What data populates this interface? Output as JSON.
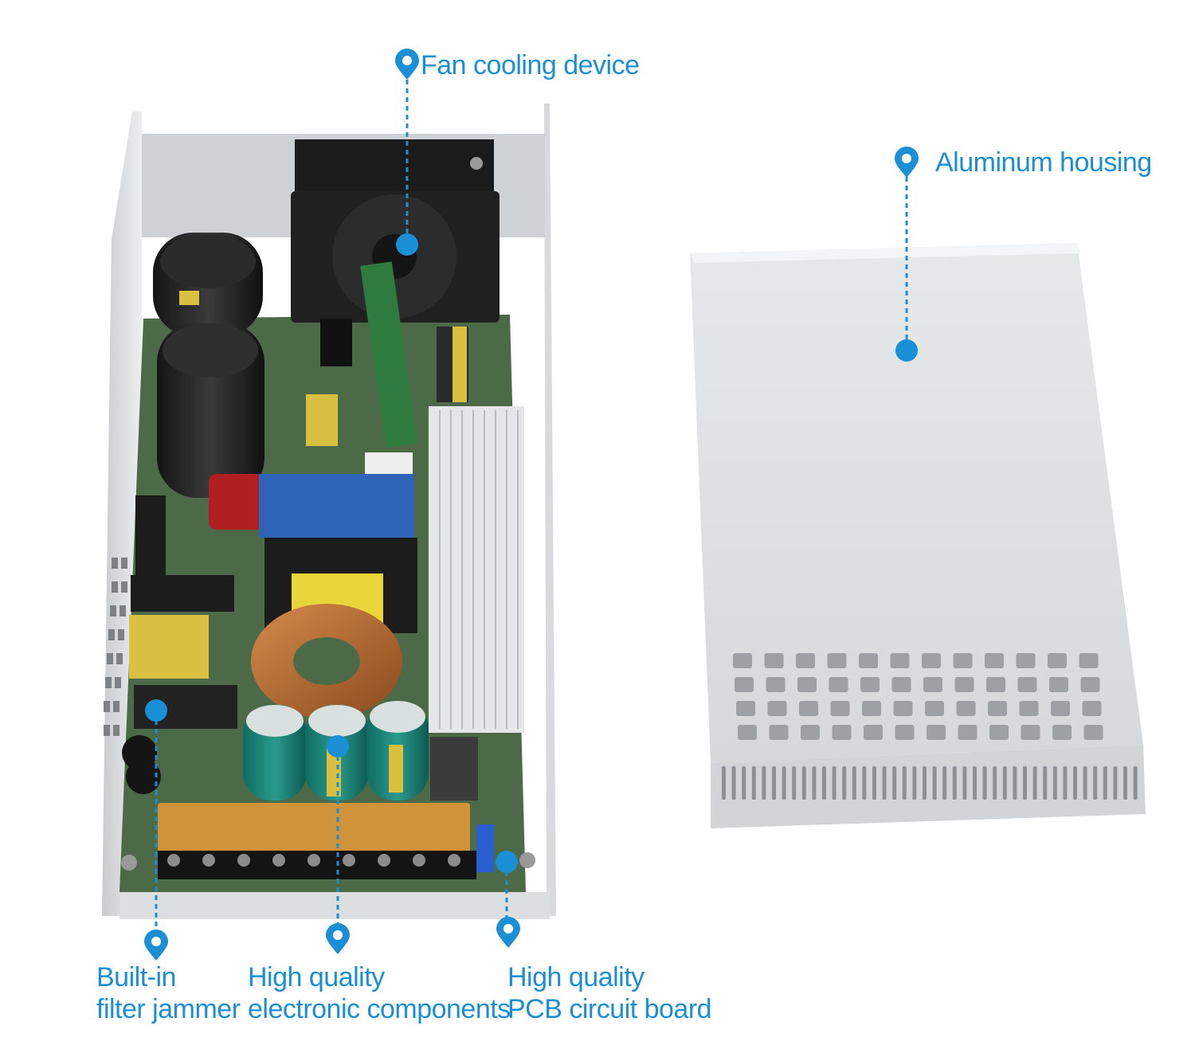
{
  "colors": {
    "accent": "#1a8fd6",
    "housing": "#d9dbdc",
    "pcb": "#4d6a48",
    "heatsink": "#e4e6e8"
  },
  "callouts": {
    "fan": {
      "icon": "location-pin-icon",
      "text": "Fan cooling device"
    },
    "housing": {
      "icon": "location-pin-icon",
      "text": "Aluminum housing"
    },
    "filter": {
      "icon": "location-pin-icon",
      "line1": "Built-in",
      "line2": "filter jammer"
    },
    "components": {
      "icon": "location-pin-icon",
      "line1": "High quality",
      "line2": "electronic components"
    },
    "pcb": {
      "icon": "location-pin-icon",
      "line1": "High quality",
      "line2": "PCB circuit board"
    }
  }
}
